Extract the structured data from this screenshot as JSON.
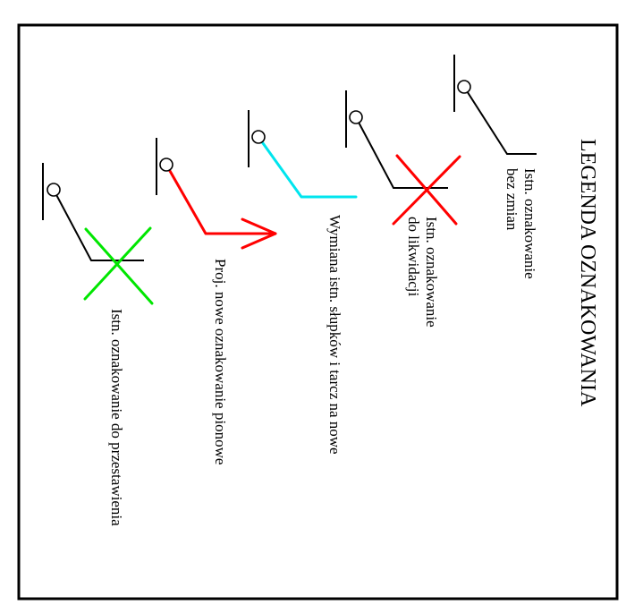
{
  "title": "LEGENDA OZNAKOWANIA",
  "items": [
    {
      "id": "existing-unchanged",
      "label_lines": [
        "Istn. oznakowanie",
        "bez zmian"
      ],
      "color": "#000000",
      "marker": "none"
    },
    {
      "id": "existing-remove",
      "label_lines": [
        "Istn. oznakowanie",
        "do likwidacji"
      ],
      "color": "#000000",
      "marker": "cross",
      "marker_color": "#ff0000"
    },
    {
      "id": "replace-posts",
      "label_lines": [
        "Wymiana istn. słupków i tarcz na nowe"
      ],
      "color": "#00e5ee",
      "marker": "none"
    },
    {
      "id": "new-vertical",
      "label_lines": [
        "Proj. nowe oznakowanie pionowe"
      ],
      "color": "#ff0000",
      "marker": "arrow"
    },
    {
      "id": "existing-relocate",
      "label_lines": [
        "Istn. oznakowanie do przestawienia"
      ],
      "color": "#000000",
      "marker": "cross",
      "marker_color": "#00e600"
    }
  ]
}
